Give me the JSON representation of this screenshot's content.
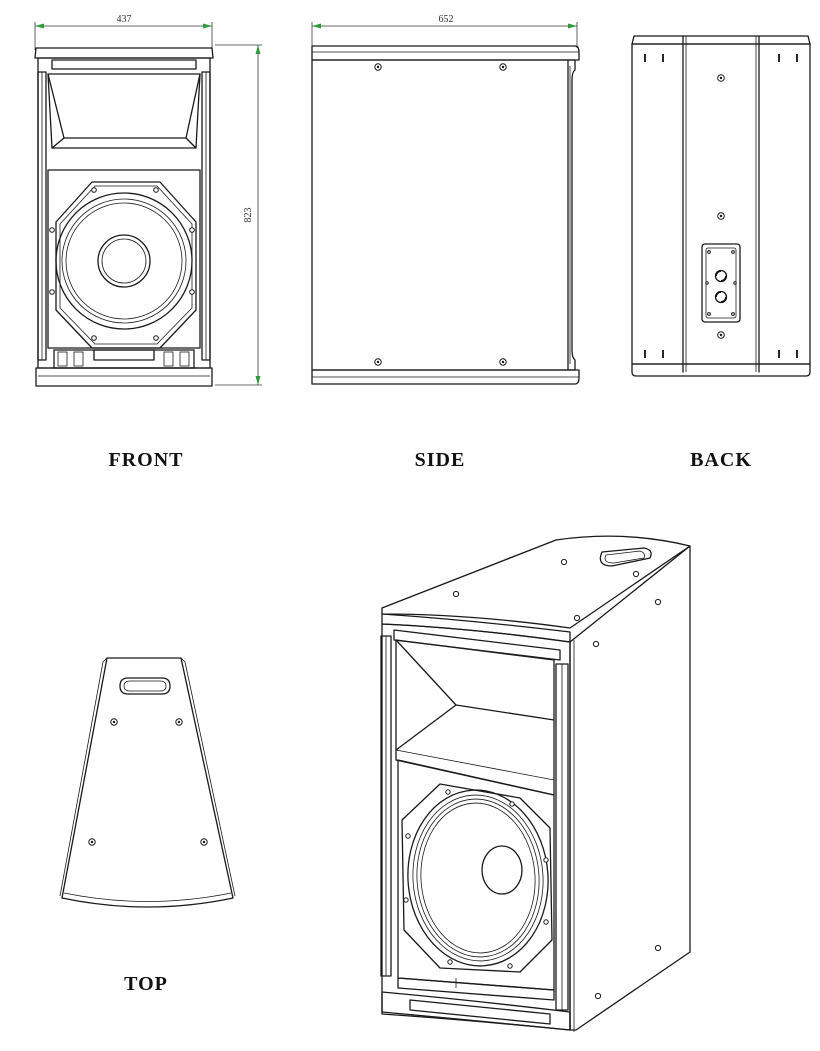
{
  "dimensions": {
    "front_width": "437",
    "side_depth": "652",
    "height": "823"
  },
  "view_labels": {
    "front": "FRONT",
    "side": "SIDE",
    "back": "BACK",
    "top": "TOP"
  },
  "colors": {
    "line": "#1a1a1a",
    "dimension_arrow": "#2e9a3a",
    "background": "#ffffff"
  }
}
